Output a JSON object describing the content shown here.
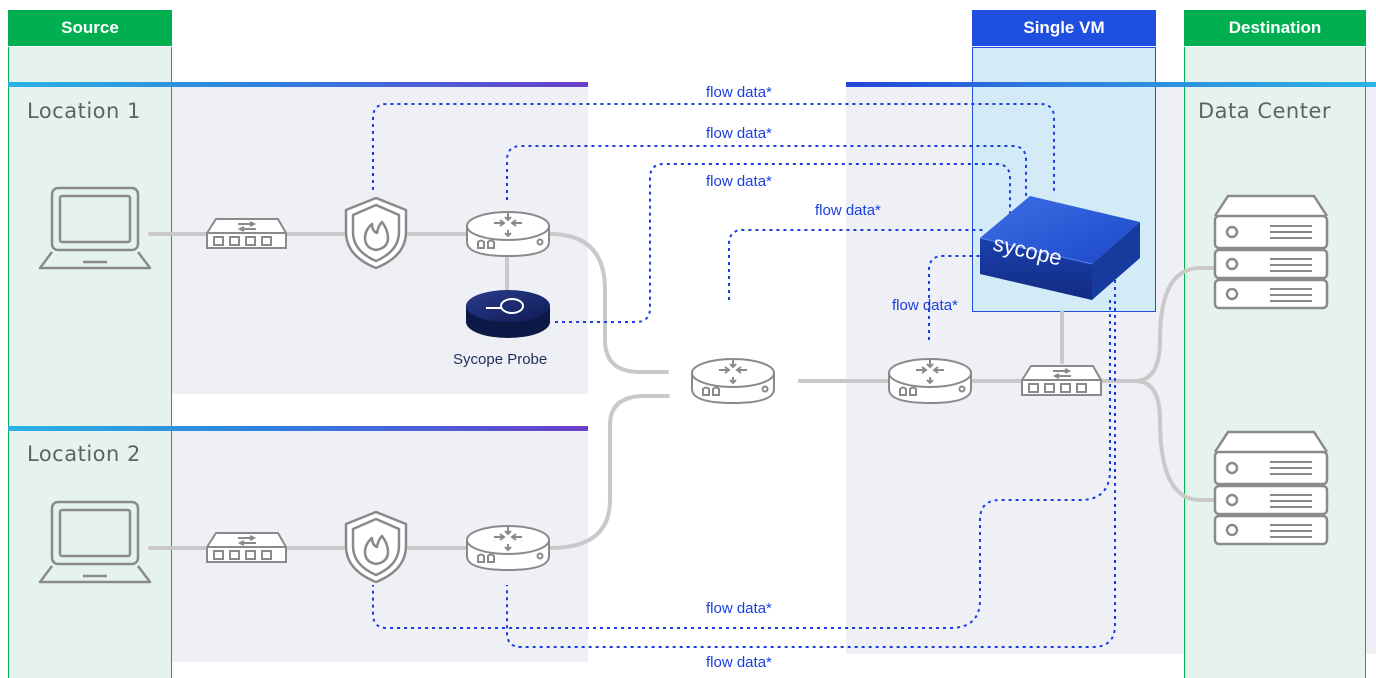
{
  "headers": {
    "source": "Source",
    "single_vm": "Single VM",
    "destination": "Destination"
  },
  "locations": {
    "location1": "Location 1",
    "location2": "Location 2",
    "data_center": "Data Center"
  },
  "probe": {
    "label": "Sycope Probe"
  },
  "appliance": {
    "brand": "sycope"
  },
  "flow_labels": [
    "flow data*",
    "flow data*",
    "flow data*",
    "flow data*",
    "flow data*",
    "flow data*",
    "flow data*"
  ],
  "icons": {
    "laptop": "laptop-icon",
    "switch": "switch-icon",
    "firewall": "firewall-shield-icon",
    "router": "router-icon",
    "server": "server-icon",
    "probe": "probe-device-icon",
    "appliance": "sycope-appliance-icon"
  },
  "colors": {
    "header_green": "#00b050",
    "single_vm_blue": "#1f4fe0",
    "zone_green": "#e6f3ec",
    "zone_gray": "#eef0f5",
    "vm_light_blue": "#cfe9f5",
    "flow_blue": "#1a3fe0",
    "line_gray": "#c9c9c9",
    "icon_gray": "#8a8a8a"
  }
}
